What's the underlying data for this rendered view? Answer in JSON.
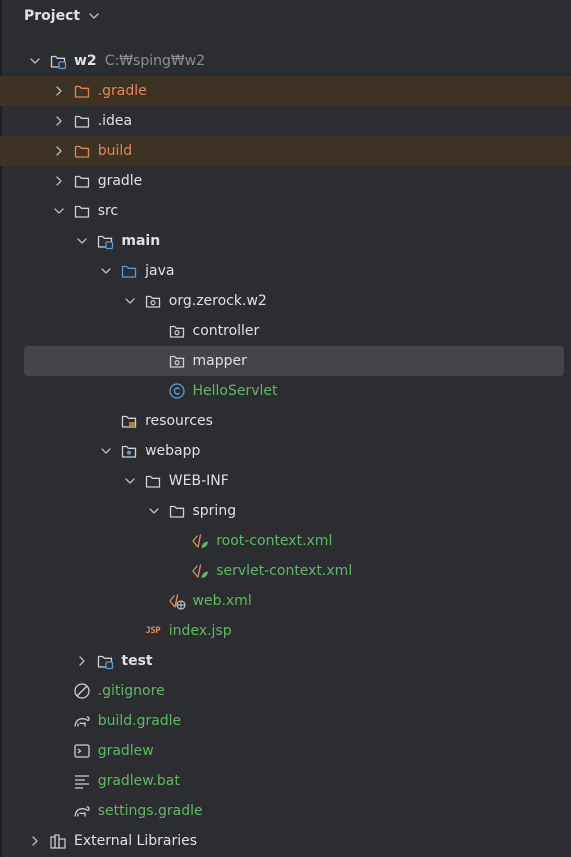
{
  "header": {
    "title": "Project",
    "chevron_icon": "chevron-down-icon"
  },
  "colors": {
    "background": "#2b2d30",
    "excluded_row": "#3d3223",
    "selected_row": "#43454a",
    "orange_text": "#e08855",
    "green_text": "#5fb865",
    "blue_icon": "#5c9bd6",
    "text": "#dfe1e5",
    "hint": "#8b8e94"
  },
  "tree": [
    {
      "label": "w2",
      "hint": "C:₩sping₩w2",
      "depth": 0,
      "arrow": "down",
      "icon": "module-folder-icon",
      "style": "bold"
    },
    {
      "label": ".gradle",
      "depth": 1,
      "arrow": "right",
      "icon": "folder-excluded-icon",
      "style": "orange",
      "excluded": true
    },
    {
      "label": ".idea",
      "depth": 1,
      "arrow": "right",
      "icon": "folder-icon",
      "style": "white"
    },
    {
      "label": "build",
      "depth": 1,
      "arrow": "right",
      "icon": "folder-excluded-icon",
      "style": "orange",
      "excluded": true
    },
    {
      "label": "gradle",
      "depth": 1,
      "arrow": "right",
      "icon": "folder-icon",
      "style": "white"
    },
    {
      "label": "src",
      "depth": 1,
      "arrow": "down",
      "icon": "folder-icon",
      "style": "white"
    },
    {
      "label": "main",
      "depth": 2,
      "arrow": "down",
      "icon": "source-set-folder-icon",
      "style": "bold"
    },
    {
      "label": "java",
      "depth": 3,
      "arrow": "down",
      "icon": "source-root-folder-icon",
      "style": "white"
    },
    {
      "label": "org.zerock.w2",
      "depth": 4,
      "arrow": "down",
      "icon": "package-icon",
      "style": "white"
    },
    {
      "label": "controller",
      "depth": 5,
      "arrow": "none",
      "icon": "package-icon",
      "style": "white"
    },
    {
      "label": "mapper",
      "depth": 5,
      "arrow": "none",
      "icon": "package-icon",
      "style": "white",
      "selected": true
    },
    {
      "label": "HelloServlet",
      "depth": 5,
      "arrow": "none",
      "icon": "java-class-icon",
      "style": "green"
    },
    {
      "label": "resources",
      "depth": 3,
      "arrow": "none",
      "icon": "resources-folder-icon",
      "style": "white"
    },
    {
      "label": "webapp",
      "depth": 3,
      "arrow": "down",
      "icon": "web-folder-icon",
      "style": "white"
    },
    {
      "label": "WEB-INF",
      "depth": 4,
      "arrow": "down",
      "icon": "folder-icon",
      "style": "white"
    },
    {
      "label": "spring",
      "depth": 5,
      "arrow": "down",
      "icon": "folder-icon",
      "style": "white"
    },
    {
      "label": "root-context.xml",
      "depth": 6,
      "arrow": "none",
      "icon": "spring-xml-icon",
      "style": "green"
    },
    {
      "label": "servlet-context.xml",
      "depth": 6,
      "arrow": "none",
      "icon": "spring-xml-icon",
      "style": "green"
    },
    {
      "label": "web.xml",
      "depth": 5,
      "arrow": "none",
      "icon": "web-xml-icon",
      "style": "green"
    },
    {
      "label": "index.jsp",
      "depth": 4,
      "arrow": "none",
      "icon": "jsp-icon",
      "style": "green"
    },
    {
      "label": "test",
      "depth": 2,
      "arrow": "right",
      "icon": "source-set-folder-icon",
      "style": "bold"
    },
    {
      "label": ".gitignore",
      "depth": 1,
      "arrow": "none",
      "icon": "gitignore-icon",
      "style": "green"
    },
    {
      "label": "build.gradle",
      "depth": 1,
      "arrow": "none",
      "icon": "gradle-icon",
      "style": "green"
    },
    {
      "label": "gradlew",
      "depth": 1,
      "arrow": "none",
      "icon": "terminal-icon",
      "style": "green"
    },
    {
      "label": "gradlew.bat",
      "depth": 1,
      "arrow": "none",
      "icon": "text-file-icon",
      "style": "green"
    },
    {
      "label": "settings.gradle",
      "depth": 1,
      "arrow": "none",
      "icon": "gradle-icon",
      "style": "green"
    },
    {
      "label": "External Libraries",
      "depth": 0,
      "arrow": "right",
      "icon": "libraries-icon",
      "style": "white"
    }
  ]
}
